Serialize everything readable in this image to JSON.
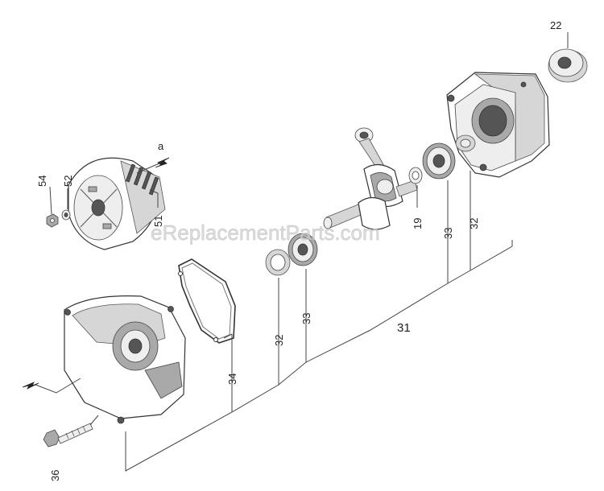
{
  "labels": {
    "p22": "22",
    "p31": "31",
    "p32_right": "32",
    "p33_right": "33",
    "p19": "19",
    "p32_left": "32",
    "p33_left": "33",
    "p34": "34",
    "p36": "36",
    "p51": "51",
    "p52": "52",
    "p54": "54",
    "arrow_a": "a"
  },
  "watermark": "eReplacementParts.com"
}
